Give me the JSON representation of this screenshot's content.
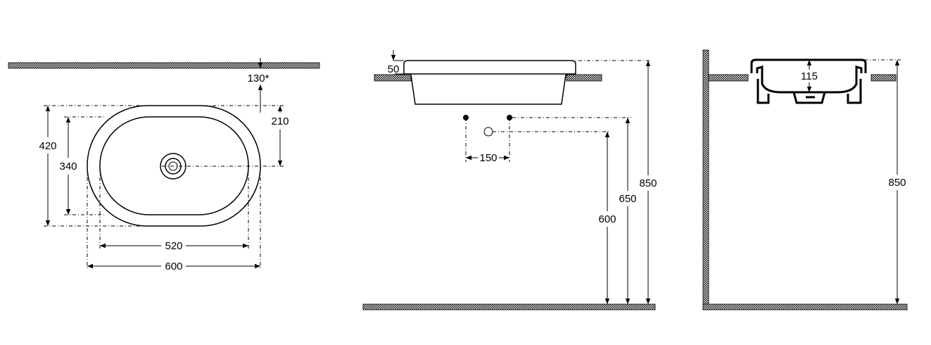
{
  "top_view": {
    "depth_offset_label": "130*",
    "tap_offset_label": "210",
    "outer_height_label": "420",
    "inner_height_label": "340",
    "inner_width_label": "520",
    "outer_width_label": "600"
  },
  "front_view": {
    "rim_thickness_label": "50",
    "tap_spacing_label": "150",
    "drain_height_label": "600",
    "supply_height_label": "650",
    "counter_height_label": "850"
  },
  "side_view": {
    "bowl_depth_label": "115",
    "counter_height_label": "850"
  }
}
